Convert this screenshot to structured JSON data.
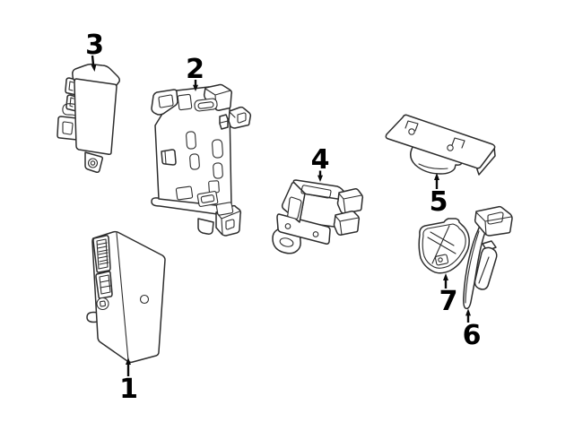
{
  "figure": {
    "type": "parts-diagram",
    "background_color": "#ffffff",
    "line_color": "#2d2d2d",
    "label_color": "#000000",
    "callouts": [
      {
        "label": "1"
      },
      {
        "label": "2"
      },
      {
        "label": "3"
      },
      {
        "label": "4"
      },
      {
        "label": "5"
      },
      {
        "label": "6"
      },
      {
        "label": "7"
      }
    ]
  }
}
